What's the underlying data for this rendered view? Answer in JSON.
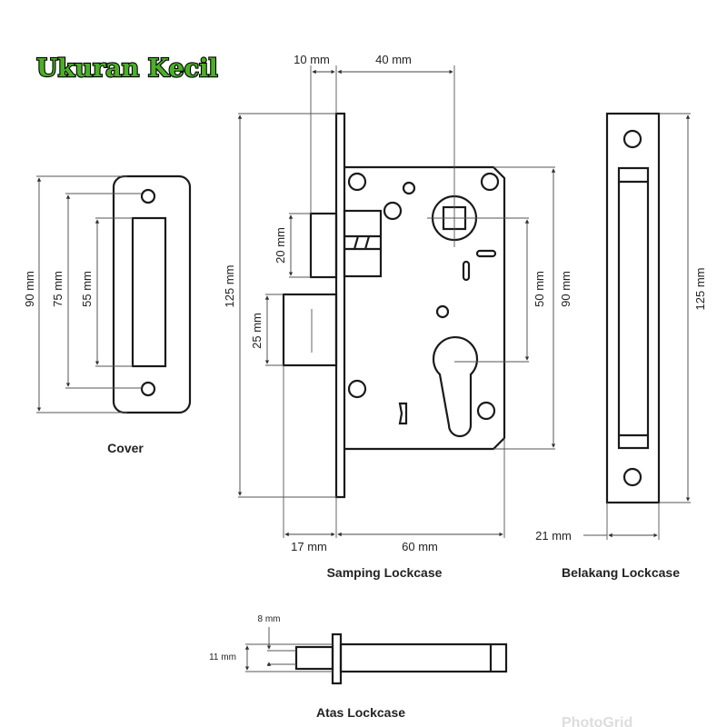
{
  "title": "Ukuran Kecil",
  "watermark": "PhotoGrid",
  "colors": {
    "title_fill": "#4caf28",
    "title_stroke": "#000000",
    "line": "#1a1a1a",
    "dimension": "#444444"
  },
  "views": {
    "cover": {
      "caption": "Cover",
      "dimensions": {
        "total_height": "90 mm",
        "hole_spacing": "75 mm",
        "slot_height": "55 mm"
      }
    },
    "side": {
      "caption": "Samping Lockcase",
      "dimensions": {
        "faceplate_offset": "10 mm",
        "backset": "40 mm",
        "faceplate_height": "125 mm",
        "deadbolt_height": "20 mm",
        "latch_height": "25 mm",
        "center_distance": "50 mm",
        "body_height": "90 mm",
        "latch_projection": "17 mm",
        "body_depth": "60 mm"
      }
    },
    "back": {
      "caption": "Belakang Lockcase",
      "dimensions": {
        "height": "125 mm",
        "width": "21 mm"
      }
    },
    "top": {
      "caption": "Atas Lockcase",
      "dimensions": {
        "inner": "8 mm",
        "outer": "11 mm"
      }
    }
  }
}
